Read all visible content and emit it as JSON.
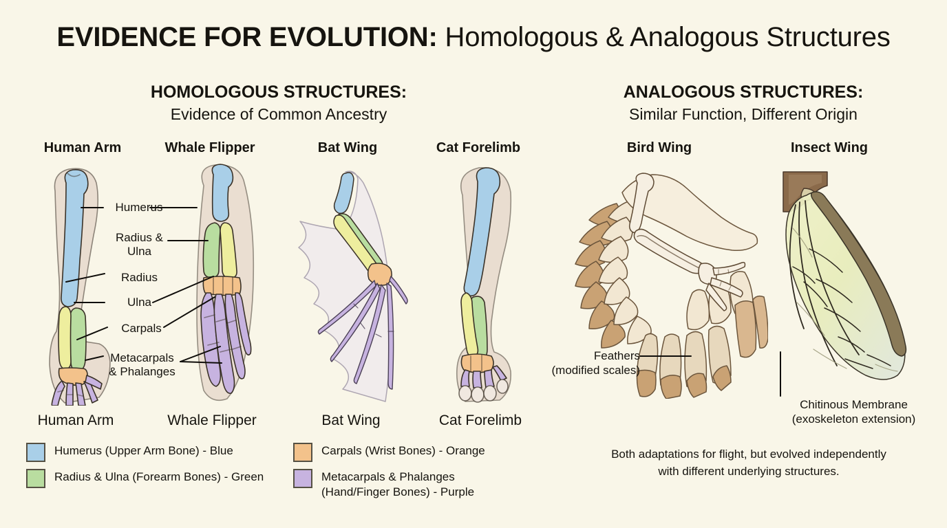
{
  "title": {
    "strong": "EVIDENCE FOR EVOLUTION:",
    "light": " Homologous & Analogous Structures"
  },
  "sections": {
    "homologous": {
      "heading": "HOMOLOGOUS STRUCTURES:",
      "subheading": "Evidence of Common Ancestry"
    },
    "analogous": {
      "heading": "ANALOGOUS STRUCTURES:",
      "subheading": "Similar Function, Different Origin"
    }
  },
  "specimens": {
    "homologous": [
      {
        "label": "Human Arm"
      },
      {
        "label": "Whale Flipper"
      },
      {
        "label": "Bat Wing"
      },
      {
        "label": "Cat Forelimb"
      }
    ],
    "analogous": [
      {
        "label": "Bird Wing"
      },
      {
        "label": "Insect Wing"
      }
    ]
  },
  "bone_labels": [
    {
      "text": "Humerus"
    },
    {
      "text_line1": "Radius &",
      "text_line2": "Ulna"
    },
    {
      "text": "Radius"
    },
    {
      "text": "Ulna"
    },
    {
      "text": "Carpals"
    },
    {
      "text_line1": "Metacarpals",
      "text_line2": "& Phalanges"
    }
  ],
  "annotations": {
    "feathers_line1": "Feathers",
    "feathers_line2": "(modified scales)",
    "chitin_line1": "Chitinous Membrane",
    "chitin_line2": "(exoskeleton extension)"
  },
  "legend": {
    "left": [
      {
        "color": "#a9cfe8",
        "text": "Humerus (Upper Arm Bone) - Blue"
      },
      {
        "color": "#b9dda0",
        "text": "Radius & Ulna (Forearm Bones) - Green"
      }
    ],
    "right": [
      {
        "color": "#f3c28b",
        "text": "Carpals (Wrist Bones) - Orange"
      },
      {
        "color": "#c7b3e0",
        "text_line1": "Metacarpals & Phalanges",
        "text_line2": "(Hand/Finger Bones) - Purple"
      }
    ]
  },
  "footnote": {
    "line1": "Both adaptations for flight, but evolved independently",
    "line2": "with different underlying structures."
  },
  "colors": {
    "background": "#f9f6e8",
    "humerus_blue": "#a9cfe8",
    "radius_green": "#b9dda0",
    "ulna_yellow": "#eeee9e",
    "carpals_orange": "#f3c28b",
    "phalanges_purple": "#c7b3e0",
    "flesh": "#e6d8cb",
    "outline": "#3a3228",
    "feather_light": "#f2e7d2",
    "feather_dark": "#c49a6c",
    "insect_membrane": "#e8ecc0",
    "insect_base": "#8a6a4a"
  }
}
